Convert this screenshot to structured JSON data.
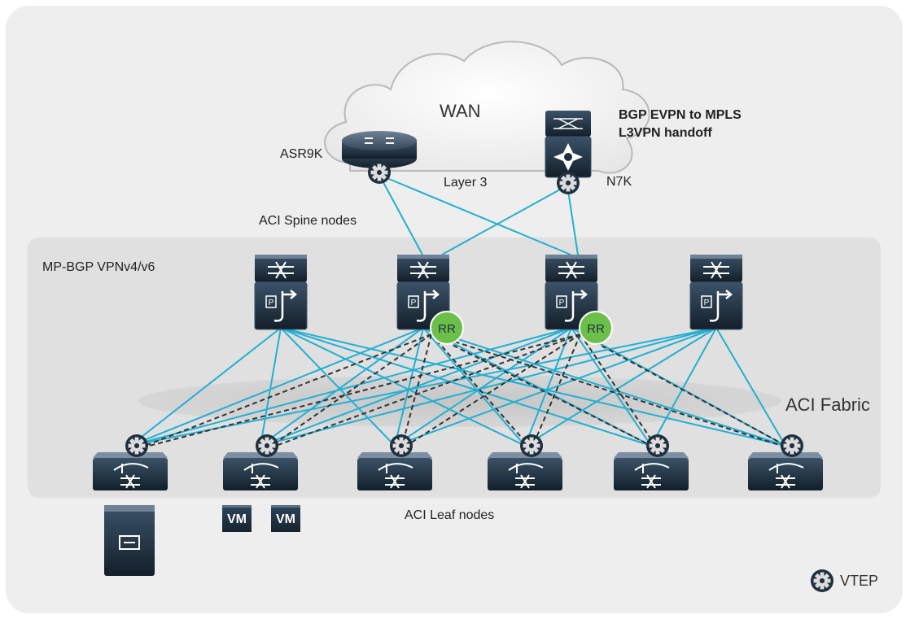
{
  "cloud": {
    "label": "WAN"
  },
  "routers": {
    "asr": {
      "label": "ASR9K"
    },
    "n7k": {
      "label": "N7K"
    }
  },
  "handoff_label": [
    "BGP EVPN to MPLS",
    "L3VPN handoff"
  ],
  "layer3_label": "Layer 3",
  "spine_label": "ACI Spine nodes",
  "mpbgp_label": "MP-BGP VPNv4/v6",
  "fabric_label": "ACI Fabric",
  "leaf_label": "ACI Leaf nodes",
  "rr_label": "RR",
  "vm_labels": [
    "VM",
    "VM"
  ],
  "legend": {
    "vtep_label": "VTEP"
  },
  "colors": {
    "link": "#23afd3",
    "dashed": "#333333",
    "rr": "#6cc04a",
    "device": "#1f2f3d",
    "panel": "#eeeeee",
    "fabric_panel": "#e0e0e0"
  }
}
